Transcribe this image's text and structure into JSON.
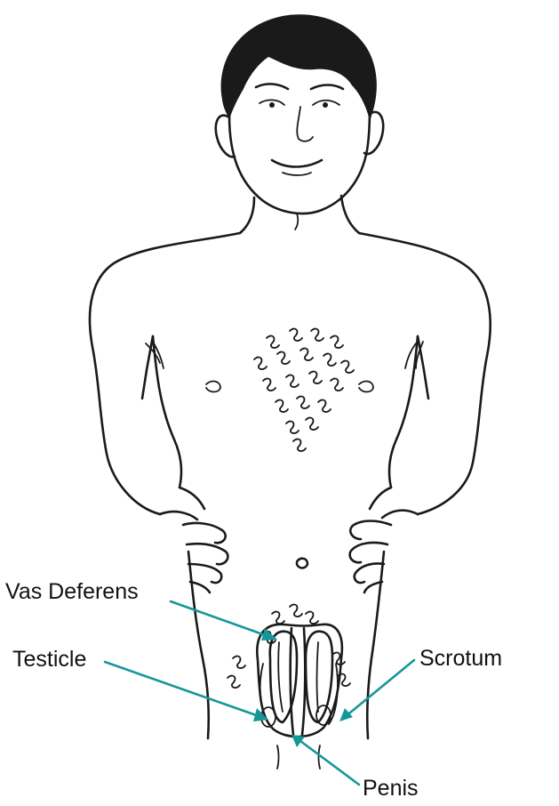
{
  "labels": {
    "vas_deferens": "Vas Deferens",
    "testicle": "Testicle",
    "scrotum": "Scrotum",
    "penis": "Penis"
  },
  "colors": {
    "pointer": "#15979a",
    "ink": "#1a1a1a"
  }
}
